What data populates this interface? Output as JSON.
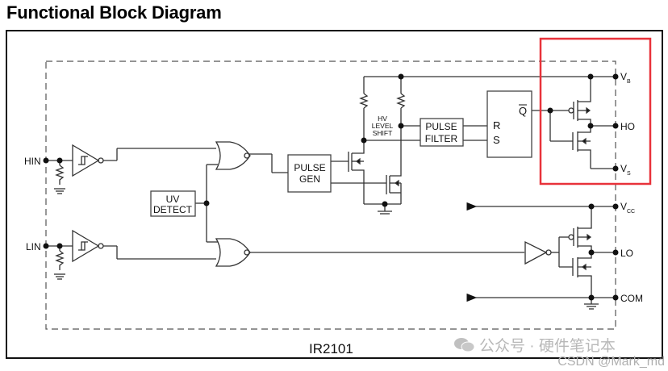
{
  "title": "Functional Block Diagram",
  "chip_label": "IR2101",
  "pins": {
    "hin": "HIN",
    "lin": "LIN",
    "vb": "V",
    "vb_sub": "B",
    "ho": "HO",
    "vs": "V",
    "vs_sub": "S",
    "vcc": "V",
    "vcc_sub": "CC",
    "lo": "LO",
    "com": "COM"
  },
  "blocks": {
    "uv_detect": [
      "UV",
      "DETECT"
    ],
    "pulse_gen": [
      "PULSE",
      "GEN"
    ],
    "pulse_filter": [
      "PULSE",
      "FILTER"
    ],
    "hv_level_shift": [
      "HV",
      "LEVEL",
      "SHIFT"
    ],
    "rs_latch": {
      "r": "R",
      "s": "S",
      "q": "Q"
    }
  },
  "highlight": {
    "color": "#e8323a",
    "target": "high-side output stage"
  },
  "watermark": {
    "line1": "公众号 · 硬件笔记本",
    "line2": "CSDN @Mark_md"
  }
}
